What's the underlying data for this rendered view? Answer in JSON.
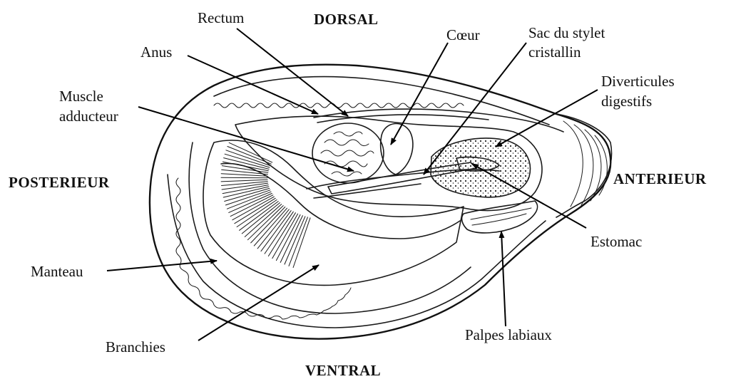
{
  "orientation": {
    "dorsal": "DORSAL",
    "ventral": "VENTRAL",
    "posterior": "POSTERIEUR",
    "anterior": "ANTERIEUR"
  },
  "labels": {
    "rectum": "Rectum",
    "anus": "Anus",
    "muscle_line1": "Muscle",
    "muscle_line2": "adducteur",
    "coeur": "Cœur",
    "sac_line1": "Sac du stylet",
    "sac_line2": "cristallin",
    "diverticules_line1": "Diverticules",
    "diverticules_line2": "digestifs",
    "estomac": "Estomac",
    "manteau": "Manteau",
    "branchies": "Branchies",
    "palpes": "Palpes labiaux"
  }
}
